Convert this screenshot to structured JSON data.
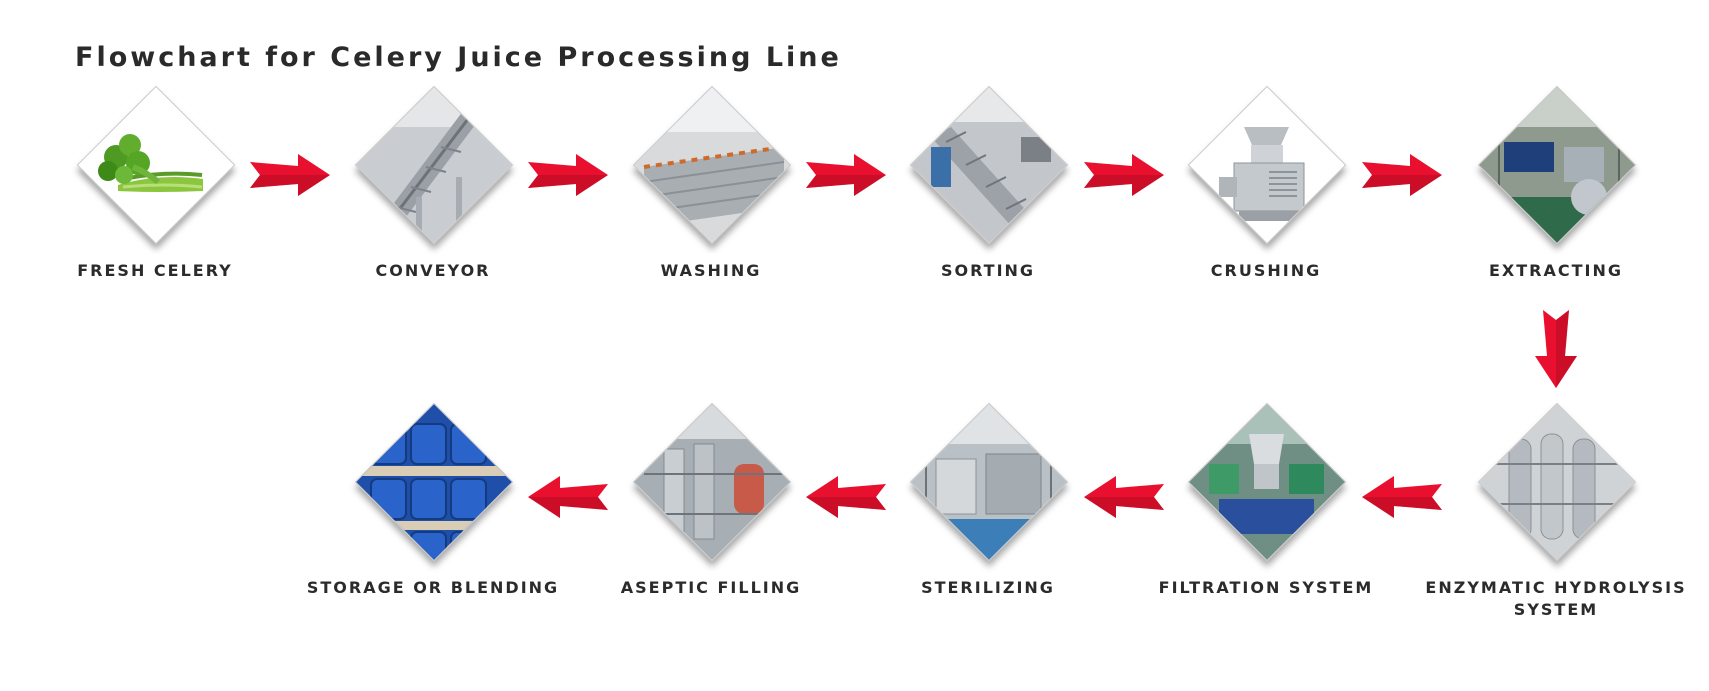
{
  "title": "Flowchart for Celery Juice Processing Line",
  "colors": {
    "arrow": "#e8102e",
    "arrow_dark": "#b00a22",
    "text": "#2b2b2b"
  },
  "steps": [
    {
      "label": "FRESH CELERY",
      "icon": "celery-icon"
    },
    {
      "label": "CONVEYOR",
      "icon": "conveyor-machine-icon"
    },
    {
      "label": "WASHING",
      "icon": "washing-machine-icon"
    },
    {
      "label": "SORTING",
      "icon": "sorting-machine-icon"
    },
    {
      "label": "CRUSHING",
      "icon": "crusher-machine-icon"
    },
    {
      "label": "EXTRACTING",
      "icon": "extractor-machine-icon"
    },
    {
      "label": "ENZYMATIC HYDROLYSIS SYSTEM",
      "icon": "hydrolysis-tanks-icon"
    },
    {
      "label": "FILTRATION SYSTEM",
      "icon": "filtration-machine-icon"
    },
    {
      "label": "STERILIZING",
      "icon": "sterilizer-machine-icon"
    },
    {
      "label": "ASEPTIC FILLING",
      "icon": "aseptic-filler-icon"
    },
    {
      "label": "STORAGE OR BLENDING",
      "icon": "storage-drums-icon"
    }
  ]
}
